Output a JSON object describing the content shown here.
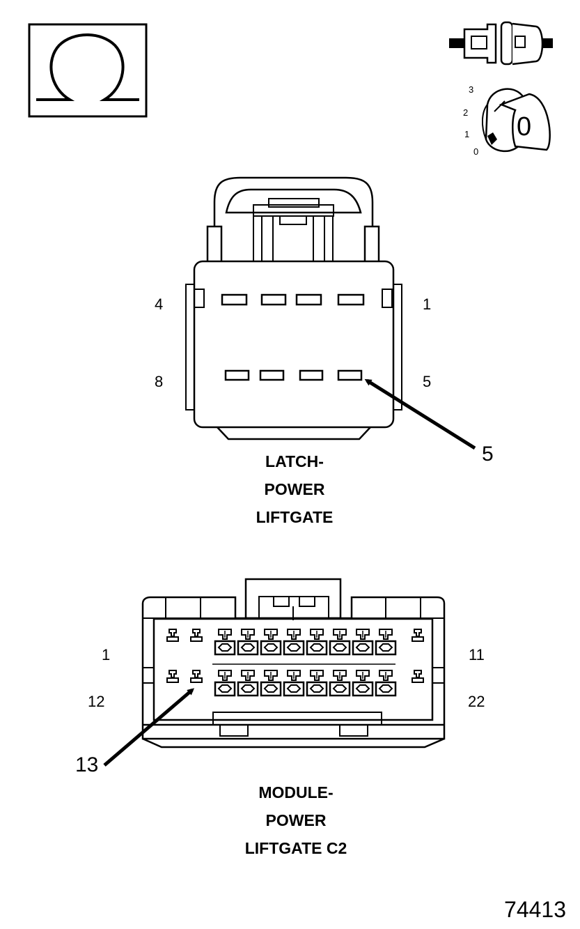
{
  "icons": {
    "ohmmeter": "ohm-symbol-icon",
    "disconnect": "connector-disconnect-icon",
    "ignition": "ignition-key-icon",
    "ignition_positions": [
      "3",
      "2",
      "1",
      "0"
    ],
    "ignition_key_position": "0"
  },
  "latch_connector": {
    "pin_labels": {
      "top_left": "4",
      "top_right": "1",
      "bottom_left": "8",
      "bottom_right": "5"
    },
    "callout": "5",
    "caption": [
      "LATCH-",
      "POWER",
      "LIFTGATE"
    ]
  },
  "module_connector": {
    "pin_labels": {
      "top_left": "1",
      "top_right": "11",
      "bottom_left": "12",
      "bottom_right": "22"
    },
    "callout": "13",
    "caption": [
      "MODULE-",
      "POWER",
      "LIFTGATE C2"
    ]
  },
  "figure_number": "74413"
}
